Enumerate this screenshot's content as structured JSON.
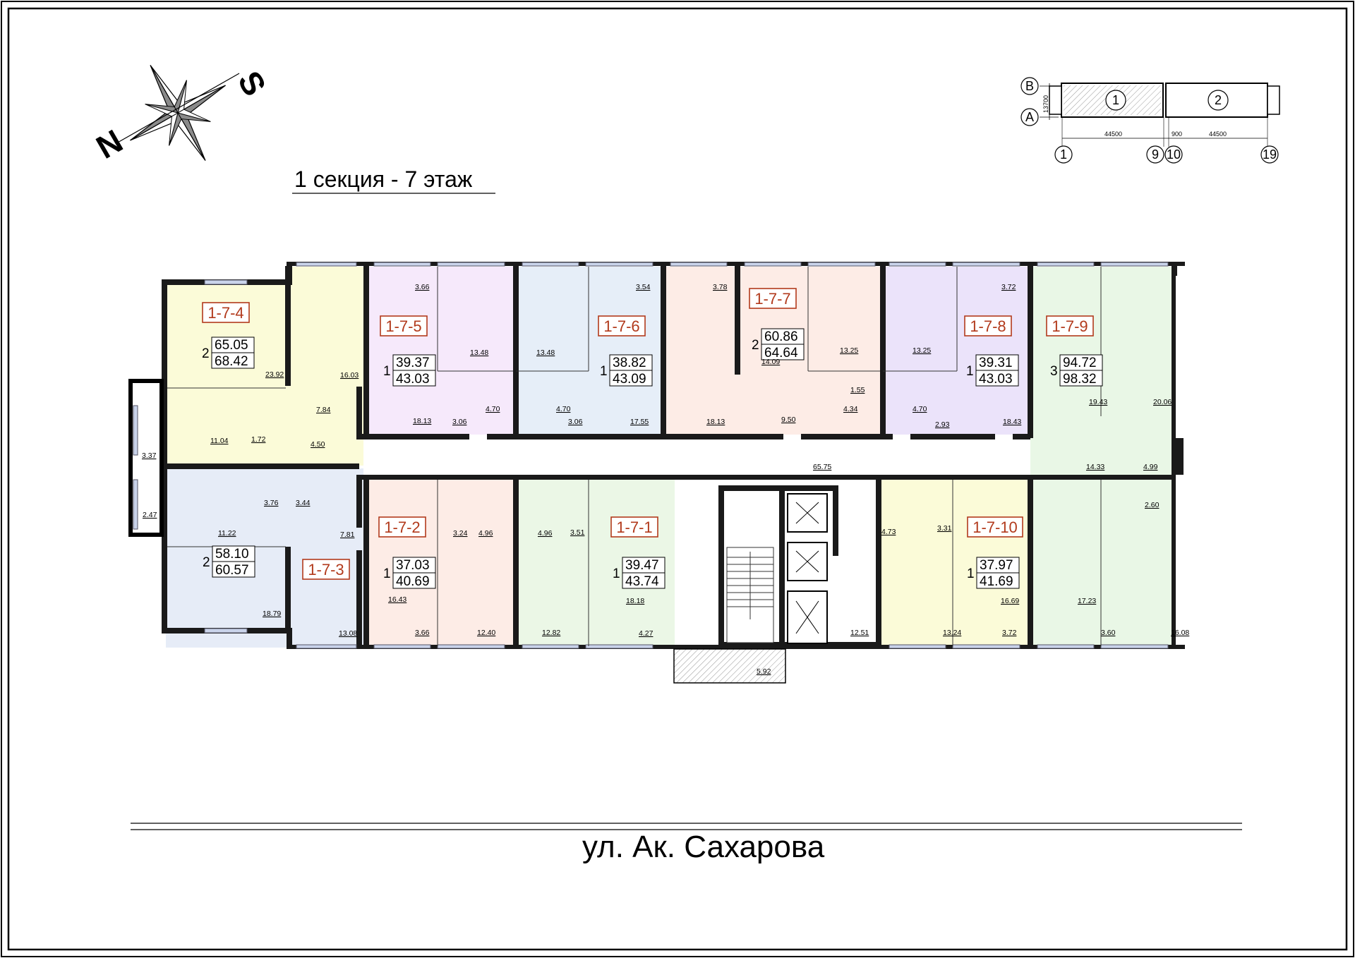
{
  "title": "1 секция - 7 этаж",
  "street": "ул. Ак. Сахарова",
  "compass": {
    "north": "N",
    "south": "S"
  },
  "key_plan": {
    "axes_letters": [
      "В",
      "А"
    ],
    "sections": [
      "1",
      "2"
    ],
    "axis_numbers": [
      "1",
      "9",
      "10",
      "19"
    ],
    "dimensions": [
      "44500",
      "900",
      "44500",
      "13700"
    ]
  },
  "colors": {
    "1-7-4": "#fbfbd8",
    "1-7-3": "#e6ecf7",
    "1-7-5": "#f6e9fb",
    "1-7-6": "#e6eef8",
    "1-7-7": "#fdece6",
    "1-7-8": "#ebe3fa",
    "1-7-9": "#e9f7e6",
    "1-7-2": "#fdece6",
    "1-7-1": "#ebf7e6",
    "1-7-10": "#fbfbd8",
    "accent": "#b23a1c"
  },
  "apartments": [
    {
      "id": "1-7-4",
      "rooms": "2",
      "living": "65.05",
      "total": "68.42"
    },
    {
      "id": "1-7-5",
      "rooms": "1",
      "living": "39.37",
      "total": "43.03"
    },
    {
      "id": "1-7-6",
      "rooms": "1",
      "living": "38.82",
      "total": "43.09"
    },
    {
      "id": "1-7-7",
      "rooms": "2",
      "living": "60.86",
      "total": "64.64"
    },
    {
      "id": "1-7-8",
      "rooms": "1",
      "living": "39.31",
      "total": "43.03"
    },
    {
      "id": "1-7-9",
      "rooms": "3",
      "living": "94.72",
      "total": "98.32"
    },
    {
      "id": "1-7-3",
      "rooms": "2",
      "living": "58.10",
      "total": "60.57"
    },
    {
      "id": "1-7-2",
      "rooms": "1",
      "living": "37.03",
      "total": "40.69"
    },
    {
      "id": "1-7-1",
      "rooms": "1",
      "living": "39.47",
      "total": "43.74"
    },
    {
      "id": "1-7-10",
      "rooms": "1",
      "living": "37.97",
      "total": "41.69"
    }
  ],
  "room_areas": [
    "3.66",
    "13.48",
    "13.48",
    "3.54",
    "3.78",
    "13.25",
    "13.25",
    "3.72",
    "23.92",
    "16.03",
    "7.84",
    "11.04",
    "1.72",
    "4.50",
    "3.37",
    "4.70",
    "4.70",
    "18.13",
    "3.06",
    "3.06",
    "17.55",
    "18.13",
    "14.09",
    "1.55",
    "9.50",
    "4.34",
    "4.70",
    "2.93",
    "18.43",
    "19.43",
    "20.06",
    "14.33",
    "4.99",
    "65.75",
    "2.47",
    "11.22",
    "3.76",
    "3.44",
    "7.81",
    "18.79",
    "13.08",
    "3.24",
    "4.96",
    "4.96",
    "3.51",
    "4.73",
    "3.31",
    "2.60",
    "16.43",
    "3.66",
    "12.40",
    "12.82",
    "18.18",
    "4.27",
    "5.92",
    "12.51",
    "16.69",
    "13.24",
    "3.72",
    "17.23",
    "3.60",
    "16.08"
  ]
}
